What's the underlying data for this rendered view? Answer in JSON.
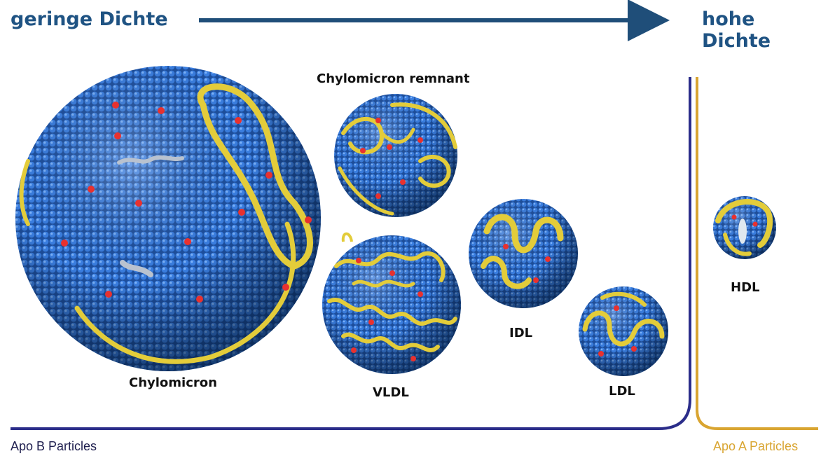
{
  "header": {
    "left_label": "geringe Dichte",
    "right_label": "hohe Dichte"
  },
  "particles": {
    "chylomicron": "Chylomicron",
    "chylomicron_remnant": "Chylomicron remnant",
    "vldl": "VLDL",
    "idl": "IDL",
    "ldl": "LDL",
    "hdl": "HDL"
  },
  "groups": {
    "apo_b": "Apo B Particles",
    "apo_a": "Apo A Particles"
  },
  "colors": {
    "header_text": "#1f5383",
    "arrow": "#1f4e79",
    "sphere_blue": "#2d6fd0",
    "apoprotein_yellow": "#e3cc3a",
    "core_red": "#e8312f",
    "apo_b_line": "#2b2d8a",
    "apo_a_line": "#d9a531"
  }
}
